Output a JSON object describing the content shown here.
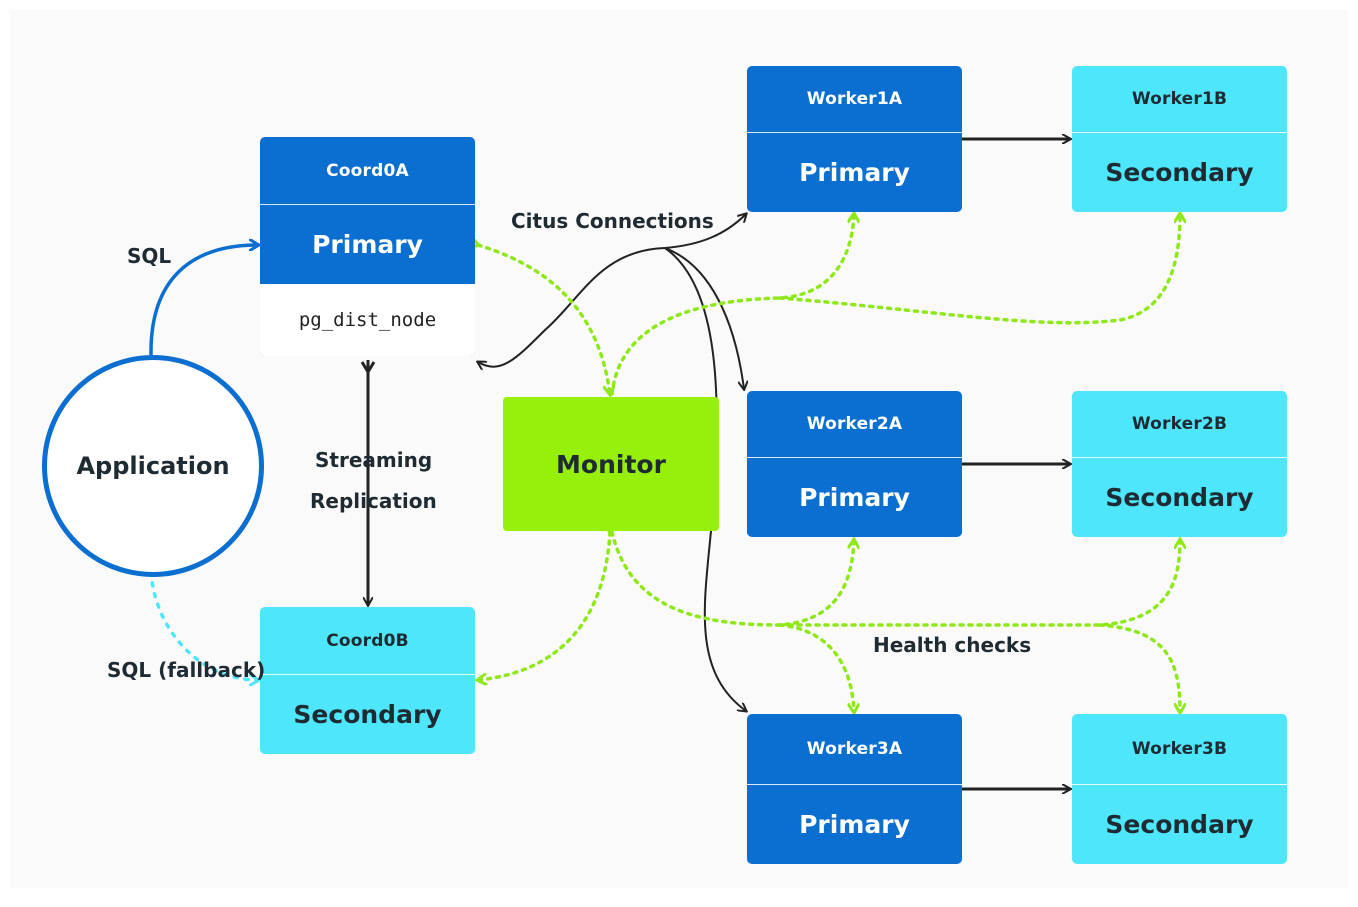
{
  "application": {
    "label": "Application"
  },
  "monitor": {
    "label": "Monitor"
  },
  "coordinator": {
    "primary": {
      "name": "Coord0A",
      "role": "Primary",
      "table": "pg_dist_node"
    },
    "secondary": {
      "name": "Coord0B",
      "role": "Secondary"
    }
  },
  "workers": [
    {
      "primary": {
        "name": "Worker1A",
        "role": "Primary"
      },
      "secondary": {
        "name": "Worker1B",
        "role": "Secondary"
      }
    },
    {
      "primary": {
        "name": "Worker2A",
        "role": "Primary"
      },
      "secondary": {
        "name": "Worker2B",
        "role": "Secondary"
      }
    },
    {
      "primary": {
        "name": "Worker3A",
        "role": "Primary"
      },
      "secondary": {
        "name": "Worker3B",
        "role": "Secondary"
      }
    }
  ],
  "labels": {
    "sql": "SQL",
    "sql_fallback": "SQL (fallback)",
    "streaming": "Streaming",
    "replication": "Replication",
    "citus_connections": "Citus Connections",
    "health_checks": "Health checks"
  },
  "colors": {
    "primary": "#0a6fd0",
    "secondary": "#4ee6fb",
    "monitor": "#97ef0c",
    "health_check_line": "#8fe81a",
    "connection_line": "#222222"
  }
}
